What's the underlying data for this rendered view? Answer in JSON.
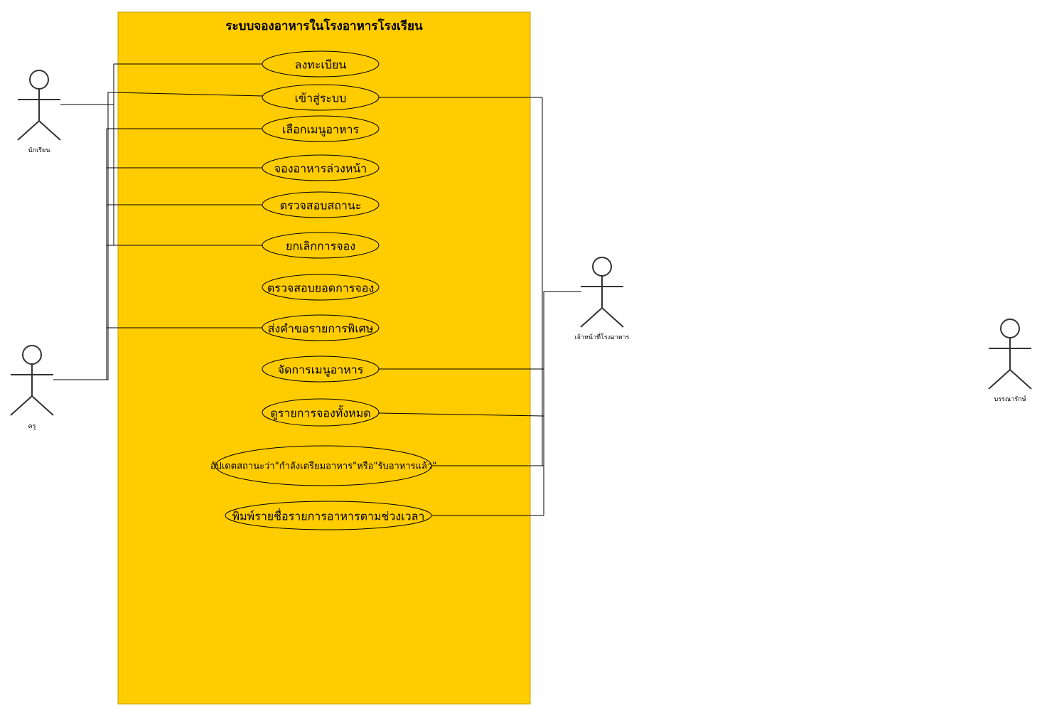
{
  "diagram": {
    "system_title": "ระบบจองอาหารในโรงอาหารโรงเรียน",
    "colors": {
      "boundary": "#FFCC00",
      "line": "#000000",
      "actor": "#333333"
    },
    "use_cases": [
      {
        "id": "register",
        "label": "ลงทะเบียน"
      },
      {
        "id": "login",
        "label": "เข้าสู่ระบบ"
      },
      {
        "id": "choose-menu",
        "label": "เลือกเมนูอาหาร"
      },
      {
        "id": "preorder",
        "label": "จองอาหารล่วงหน้า"
      },
      {
        "id": "check-status",
        "label": "ตรวจสอบสถานะ"
      },
      {
        "id": "cancel-booking",
        "label": "ยกเลิกการจอง"
      },
      {
        "id": "check-totals",
        "label": "ตรวจสอบยอดการจอง"
      },
      {
        "id": "special-request",
        "label": "ส่งคำขอรายการพิเศษ"
      },
      {
        "id": "manage-menu",
        "label": "จัดการเมนูอาหาร"
      },
      {
        "id": "view-all-bookings",
        "label": "ดูรายการจองทั้งหมด"
      },
      {
        "id": "update-status",
        "label": "อัปเดตสถานะว่า\"กำลังเตรียมอาหาร\"หรือ\"รับอาหารแล้ว\""
      },
      {
        "id": "print-list",
        "label": "พิมพ์รายชื่อรายการอาหารตามช่วงเวลา"
      }
    ],
    "actors": [
      {
        "id": "student",
        "label": "นักเรียน"
      },
      {
        "id": "teacher",
        "label": "ครู"
      },
      {
        "id": "canteen-staff",
        "label": "เจ้าหน้าที่โรงอาหาร"
      },
      {
        "id": "editor",
        "label": "บรรณารักษ์"
      }
    ]
  }
}
